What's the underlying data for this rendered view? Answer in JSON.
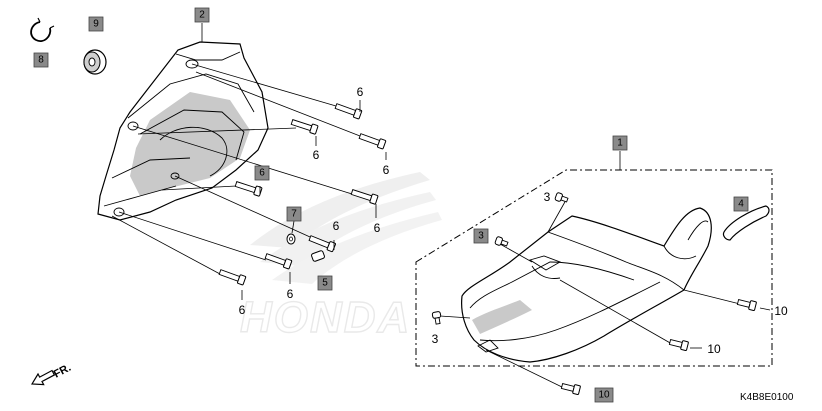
{
  "watermark": {
    "brand": "HONDA"
  },
  "callouts": {
    "bolt_6": "6",
    "screw_3": "3",
    "bolt_10": "10"
  },
  "boxed_labels": {
    "p1": "1",
    "p2": "2",
    "p3": "3",
    "p4": "4",
    "p5": "5",
    "p6": "6",
    "p7": "7",
    "p8": "8",
    "p9": "9",
    "p10": "10"
  },
  "direction_indicator": {
    "label": "FR.",
    "icon": "front-direction-arrow-icon"
  },
  "diagram_code": "K4B8E0100",
  "colors": {
    "label_box": "#8a8a8a",
    "line": "#000000",
    "watermark": "#d8d8d8"
  }
}
